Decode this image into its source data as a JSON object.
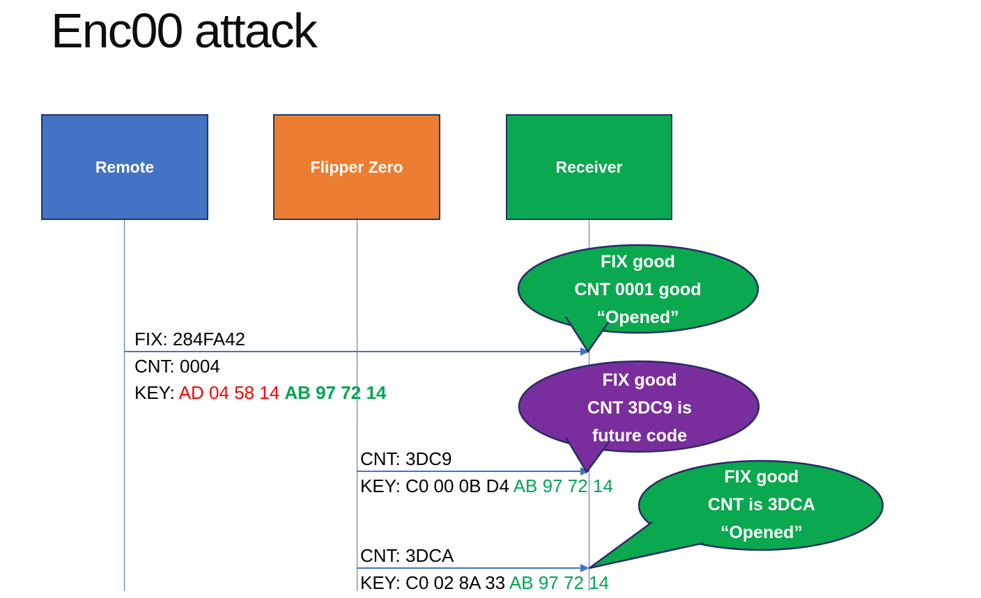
{
  "title": "Enc00 attack",
  "colors": {
    "actor_blue": "#4472C4",
    "actor_orange": "#ED7D31",
    "actor_green": "#0AA84F",
    "callout_green": "#0AA84F",
    "callout_purple": "#7A2E9D",
    "outline_dark": "#1F3864",
    "line_blue": "#4472C4",
    "key_red_text": "#FF0000",
    "key_green_text": "#00A651"
  },
  "actors": [
    {
      "label": "Remote"
    },
    {
      "label": "Flipper Zero"
    },
    {
      "label": "Receiver"
    }
  ],
  "messages": [
    {
      "above": "FIX: 284FA42",
      "cnt": "CNT: 0004",
      "key_prefix": "KEY: ",
      "key_red": "AD 04 58 14 ",
      "key_black": "",
      "key_green": "AB 97 72 14"
    },
    {
      "above": "CNT: 3DC9",
      "key_prefix": "KEY: ",
      "key_red": "",
      "key_black": "C0 00 0B D4 ",
      "key_green": "AB 97 72 14"
    },
    {
      "above": "CNT: 3DCA",
      "key_prefix": "KEY: ",
      "key_red": "",
      "key_black": "C0 02 8A 33 ",
      "key_green": "AB 97 72 14"
    }
  ],
  "callouts": [
    {
      "lines": [
        "FIX good",
        "CNT 0001 good",
        "“Opened”"
      ]
    },
    {
      "lines": [
        "FIX good",
        "CNT 3DC9 is",
        "future code"
      ]
    },
    {
      "lines": [
        "FIX good",
        "CNT is 3DCA",
        "“Opened”"
      ]
    }
  ]
}
